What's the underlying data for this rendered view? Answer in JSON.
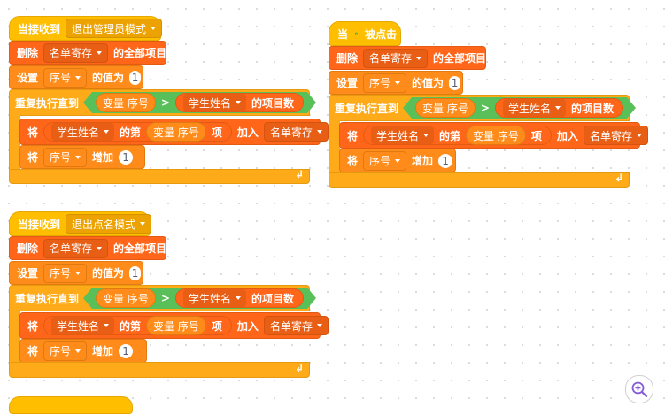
{
  "scripts": [
    {
      "hat_label": "当接收到",
      "hat_message": "退出管理员模式",
      "delete_label": "删除",
      "delete_list": "名单寄存",
      "delete_suffix": "的全部项目",
      "set_label": "设置",
      "set_var": "序号",
      "set_suffix": "的值为",
      "set_value": "1",
      "repeat_label": "重复执行直到",
      "cond_var_prefix": "变量",
      "cond_var": "序号",
      "cond_op": ">",
      "cond_list": "学生姓名",
      "cond_suffix": "的项目数",
      "add_prefix": "将",
      "add_list": "学生姓名",
      "add_mid": "的第",
      "add_var_prefix": "变量",
      "add_var": "序号",
      "add_item": "项",
      "add_join": "加入",
      "add_target": "名单寄存",
      "inc_prefix": "将",
      "inc_var": "序号",
      "inc_label": "增加",
      "inc_value": "1"
    },
    {
      "hat_label": "当",
      "hat_suffix": "被点击",
      "delete_label": "删除",
      "delete_list": "名单寄存",
      "delete_suffix": "的全部项目",
      "set_label": "设置",
      "set_var": "序号",
      "set_suffix": "的值为",
      "set_value": "1",
      "repeat_label": "重复执行直到",
      "cond_var_prefix": "变量",
      "cond_var": "序号",
      "cond_op": ">",
      "cond_list": "学生姓名",
      "cond_suffix": "的项目数",
      "add_prefix": "将",
      "add_list": "学生姓名",
      "add_mid": "的第",
      "add_var_prefix": "变量",
      "add_var": "序号",
      "add_item": "项",
      "add_join": "加入",
      "add_target": "名单寄存",
      "inc_prefix": "将",
      "inc_var": "序号",
      "inc_label": "增加",
      "inc_value": "1"
    },
    {
      "hat_label": "当接收到",
      "hat_message": "退出点名模式",
      "delete_label": "删除",
      "delete_list": "名单寄存",
      "delete_suffix": "的全部项目",
      "set_label": "设置",
      "set_var": "序号",
      "set_suffix": "的值为",
      "set_value": "1",
      "repeat_label": "重复执行直到",
      "cond_var_prefix": "变量",
      "cond_var": "序号",
      "cond_op": ">",
      "cond_list": "学生姓名",
      "cond_suffix": "的项目数",
      "add_prefix": "将",
      "add_list": "学生姓名",
      "add_mid": "的第",
      "add_var_prefix": "变量",
      "add_var": "序号",
      "add_item": "项",
      "add_join": "加入",
      "add_target": "名单寄存",
      "inc_prefix": "将",
      "inc_var": "序号",
      "inc_label": "增加",
      "inc_value": "1"
    }
  ],
  "icons": {
    "flag": "green-flag-icon",
    "loop_arrow": "loop-arrow-icon",
    "zoom": "zoom-in-icon"
  },
  "colors": {
    "events": "#ffbf00",
    "list": "#ff661a",
    "control": "#ffab19",
    "variables": "#ff8c1a",
    "operators": "#59c059"
  }
}
